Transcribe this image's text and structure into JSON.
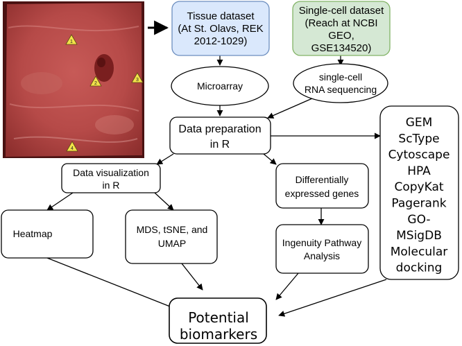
{
  "photo": {
    "markers": [
      "1",
      "4",
      "2",
      "3"
    ]
  },
  "nodes": {
    "tissue_dataset": {
      "lines": [
        "Tissue dataset",
        "(At St. Olavs, REK",
        "2012-1029)"
      ],
      "fill": "#dae8fc",
      "stroke": "#6c8ebf"
    },
    "single_cell_dataset": {
      "lines": [
        "Single-cell dataset",
        "(Reach at NCBI",
        "GEO,",
        "GSE134520)"
      ],
      "fill": "#d5e8d4",
      "stroke": "#82b366"
    },
    "microarray": {
      "lines": [
        "Microarray"
      ]
    },
    "scrna": {
      "lines": [
        "single-cell",
        "RNA sequencing"
      ]
    },
    "data_prep": {
      "lines": [
        "Data preparation",
        "in R"
      ]
    },
    "tools": {
      "lines": [
        "GEM",
        "ScType",
        "Cytoscape",
        "HPA",
        "CopyKat",
        "Pagerank",
        "GO-",
        "MSigDB",
        "Molecular",
        "docking"
      ]
    },
    "data_viz": {
      "lines": [
        "Data visualization",
        "in R"
      ]
    },
    "deg": {
      "lines": [
        "Differentially",
        "expressed genes"
      ]
    },
    "heatmap": {
      "lines": [
        "Heatmap"
      ]
    },
    "mds": {
      "lines": [
        "MDS, tSNE, and",
        "UMAP"
      ]
    },
    "ipa": {
      "lines": [
        "Ingenuity Pathway",
        "Analysis"
      ]
    },
    "biomarkers": {
      "lines": [
        "Potential",
        "biomarkers"
      ]
    }
  }
}
